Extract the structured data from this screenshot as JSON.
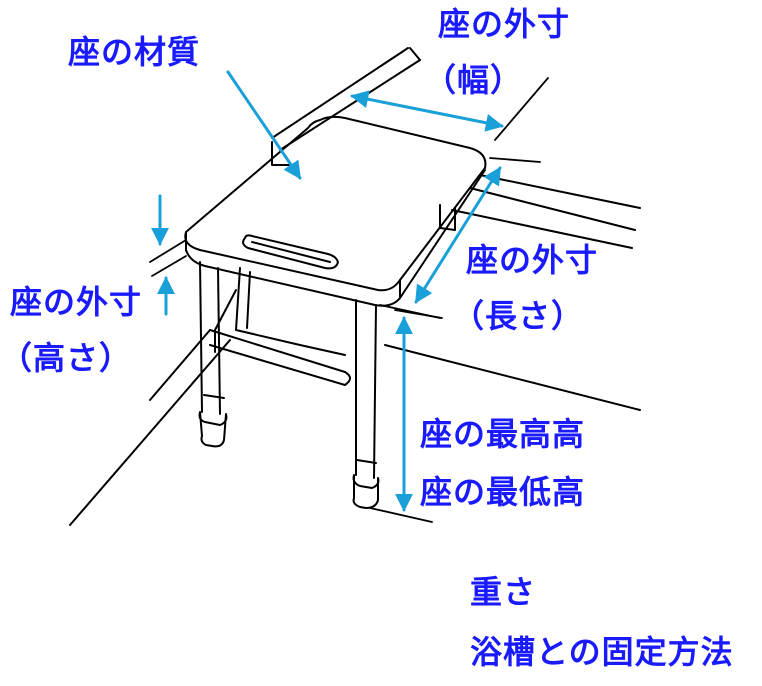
{
  "colors": {
    "label": "#1a1aff",
    "arrow": "#1aa0d8",
    "ink": "#000000"
  },
  "labels": {
    "seat_material": "座の材質",
    "outer_width_title": "座の外寸",
    "outer_width_sub": "（幅）",
    "outer_length_title": "座の外寸",
    "outer_length_sub": "（長さ）",
    "outer_height_title": "座の外寸",
    "outer_height_sub": "（高さ）",
    "max_height": "座の最高高",
    "min_height": "座の最低高",
    "weight": "重さ",
    "fixing_method": "浴槽との固定方法"
  }
}
